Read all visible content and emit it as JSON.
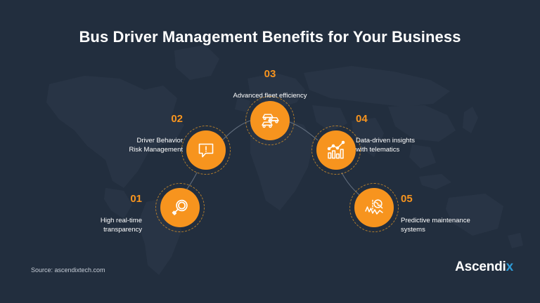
{
  "title": "Bus Driver Management Benefits for Your Business",
  "colors": {
    "background": "#222e3e",
    "accent": "#f7941e",
    "text": "#ffffff",
    "muted": "#c5ccd6",
    "ring": "#c98a2a",
    "connector": "#6b7787",
    "logo_x": "#2e9bd6"
  },
  "items": [
    {
      "number": "01",
      "label": "High real-time\ntransparency",
      "icon": "magnifier-icon",
      "align": "right"
    },
    {
      "number": "02",
      "label": "Driver Behavior\nRisk Management",
      "icon": "alert-speech-bubble-icon",
      "align": "right"
    },
    {
      "number": "03",
      "label": "Advanced fleet efficiency",
      "icon": "vehicle-fleet-icon",
      "align": "center"
    },
    {
      "number": "04",
      "label": "Data-driven insights\nwith telematics",
      "icon": "bar-chart-trend-icon",
      "align": "left"
    },
    {
      "number": "05",
      "label": "Predictive maintenance\nsystems",
      "icon": "predictive-analytics-icon",
      "align": "left"
    }
  ],
  "footer": {
    "source": "Source: ascendixtech.com",
    "logo_main": "Ascendi",
    "logo_accent": "x"
  }
}
